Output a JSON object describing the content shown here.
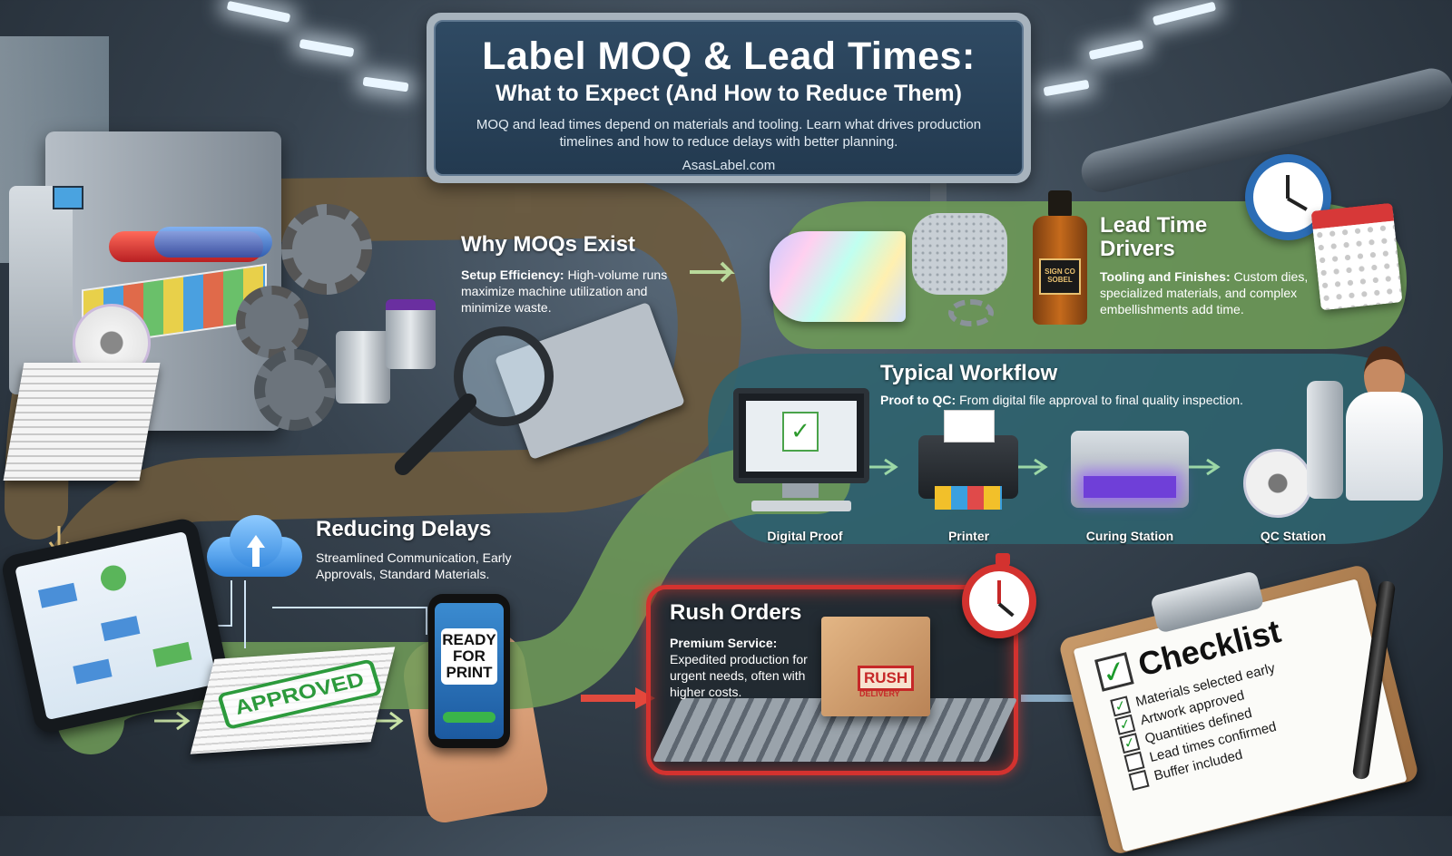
{
  "title": {
    "main": "Label MOQ & Lead Times:",
    "sub": "What to Expect (And How to Reduce Them)",
    "description": "MOQ and lead times depend on materials and tooling. Learn what drives production timelines and how to reduce delays with better planning.",
    "site": "AsasLabel.com"
  },
  "moq": {
    "heading": "Why MOQs Exist",
    "label": "Setup Efficiency:",
    "text": "High-volume runs maximize machine utilization and minimize waste."
  },
  "lead_time": {
    "heading": "Lead Time Drivers",
    "label": "Tooling and Finishes:",
    "text": "Custom dies, specialized materials, and complex embellishments add time.",
    "bottle_label": "SIGN CO SOBEL"
  },
  "workflow": {
    "heading": "Typical Workflow",
    "label": "Proof to QC:",
    "text": "From digital file approval to final quality inspection.",
    "stations": [
      "Digital Proof",
      "Printer",
      "Curing Station",
      "QC Station"
    ]
  },
  "delays": {
    "heading": "Reducing Delays",
    "text": "Streamlined Communication, Early Approvals, Standard Materials.",
    "stamp": "APPROVED",
    "phone_text": "READY FOR PRINT"
  },
  "rush": {
    "heading": "Rush Orders",
    "label": "Premium Service:",
    "text": "Expedited production for urgent needs, often with higher costs.",
    "box_stamp": "RUSH",
    "box_sub": "DELIVERY"
  },
  "checklist": {
    "heading": "Checklist",
    "items": [
      {
        "text": "Materials selected early",
        "checked": true
      },
      {
        "text": "Artwork approved",
        "checked": true
      },
      {
        "text": "Quantities defined",
        "checked": true
      },
      {
        "text": "Lead times confirmed",
        "checked": false
      },
      {
        "text": "Buffer included",
        "checked": false
      }
    ]
  },
  "colors": {
    "ribbon_brown": "#6b5a3e",
    "ribbon_green": "#6e9a58",
    "ribbon_teal": "#2f6470",
    "rush_red": "#d3322f",
    "banner_blue": "#2f4a63"
  }
}
